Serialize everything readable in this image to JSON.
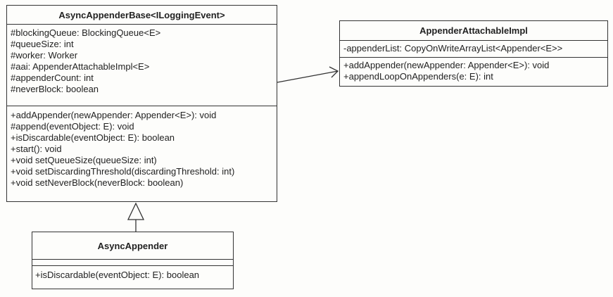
{
  "classes": {
    "base": {
      "name": "AsyncAppenderBase<ILoggingEvent>",
      "attributes": [
        "#blockingQueue: BlockingQueue<E>",
        "#queueSize: int",
        "#worker: Worker",
        "#aai: AppenderAttachableImpl<E>",
        "#appenderCount: int",
        "#neverBlock: boolean"
      ],
      "operations": [
        "+addAppender(newAppender: Appender<E>): void",
        "#append(eventObject: E): void",
        "+isDiscardable(eventObject: E): boolean",
        "+start(): void",
        "+void setQueueSize(queueSize: int)",
        "+void setDiscardingThreshold(discardingThreshold: int)",
        "+void setNeverBlock(neverBlock: boolean)"
      ]
    },
    "attachable": {
      "name": "AppenderAttachableImpl",
      "attributes": [
        "-appenderList: CopyOnWriteArrayList<Appender<E>>"
      ],
      "operations": [
        "+addAppender(newAppender: Appender<E>): void",
        "+appendLoopOnAppenders(e: E): int"
      ]
    },
    "async": {
      "name": "AsyncAppender",
      "attributes": [],
      "operations": [
        "+isDiscardable(eventObject: E): boolean"
      ]
    }
  },
  "relations": [
    {
      "type": "association",
      "from": "AsyncAppenderBase<ILoggingEvent>",
      "to": "AppenderAttachableImpl"
    },
    {
      "type": "generalization",
      "from": "AsyncAppender",
      "to": "AsyncAppenderBase<ILoggingEvent>"
    }
  ]
}
